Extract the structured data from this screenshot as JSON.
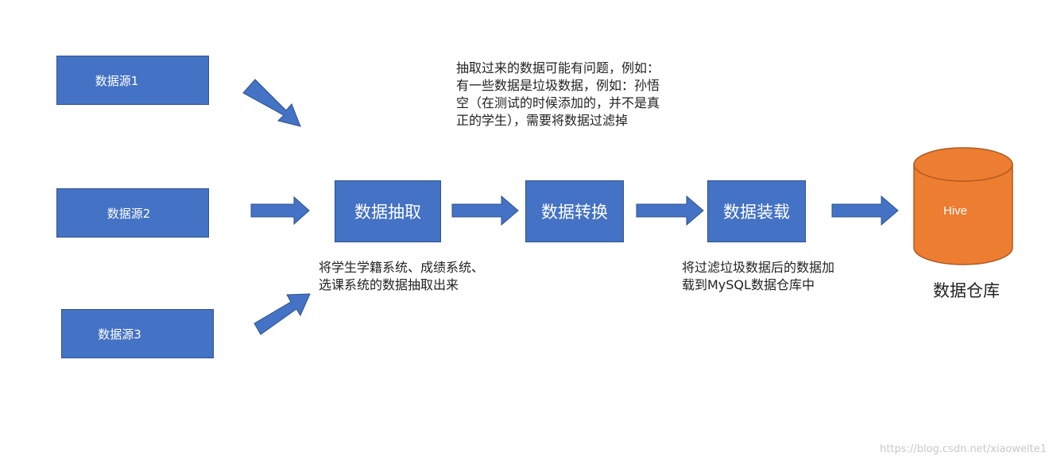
{
  "sources": [
    {
      "label": "数据源1"
    },
    {
      "label": "数据源2"
    },
    {
      "label": "数据源3"
    }
  ],
  "steps": [
    {
      "label": "数据抽取"
    },
    {
      "label": "数据转换"
    },
    {
      "label": "数据装载"
    }
  ],
  "notes": {
    "top": "抽取过来的数据可能有问题，例如：\n有一些数据是垃圾数据，例如：孙悟\n空（在测试的时候添加的，并不是真\n正的学生），需要将数据过滤掉",
    "extract": "将学生学籍系统、成绩系统、\n选课系统的数据抽取出来",
    "load": "将过滤垃圾数据后的数据加\n载到MySQL数据仓库中"
  },
  "warehouse": {
    "cylinder_label": "Hive",
    "caption": "数据仓库"
  },
  "watermark": "https://blog.csdn.net/xiaowelte1",
  "colors": {
    "box_fill": "#4472c4",
    "arrow_fill": "#4472c4",
    "cylinder_fill": "#ed7d31"
  }
}
